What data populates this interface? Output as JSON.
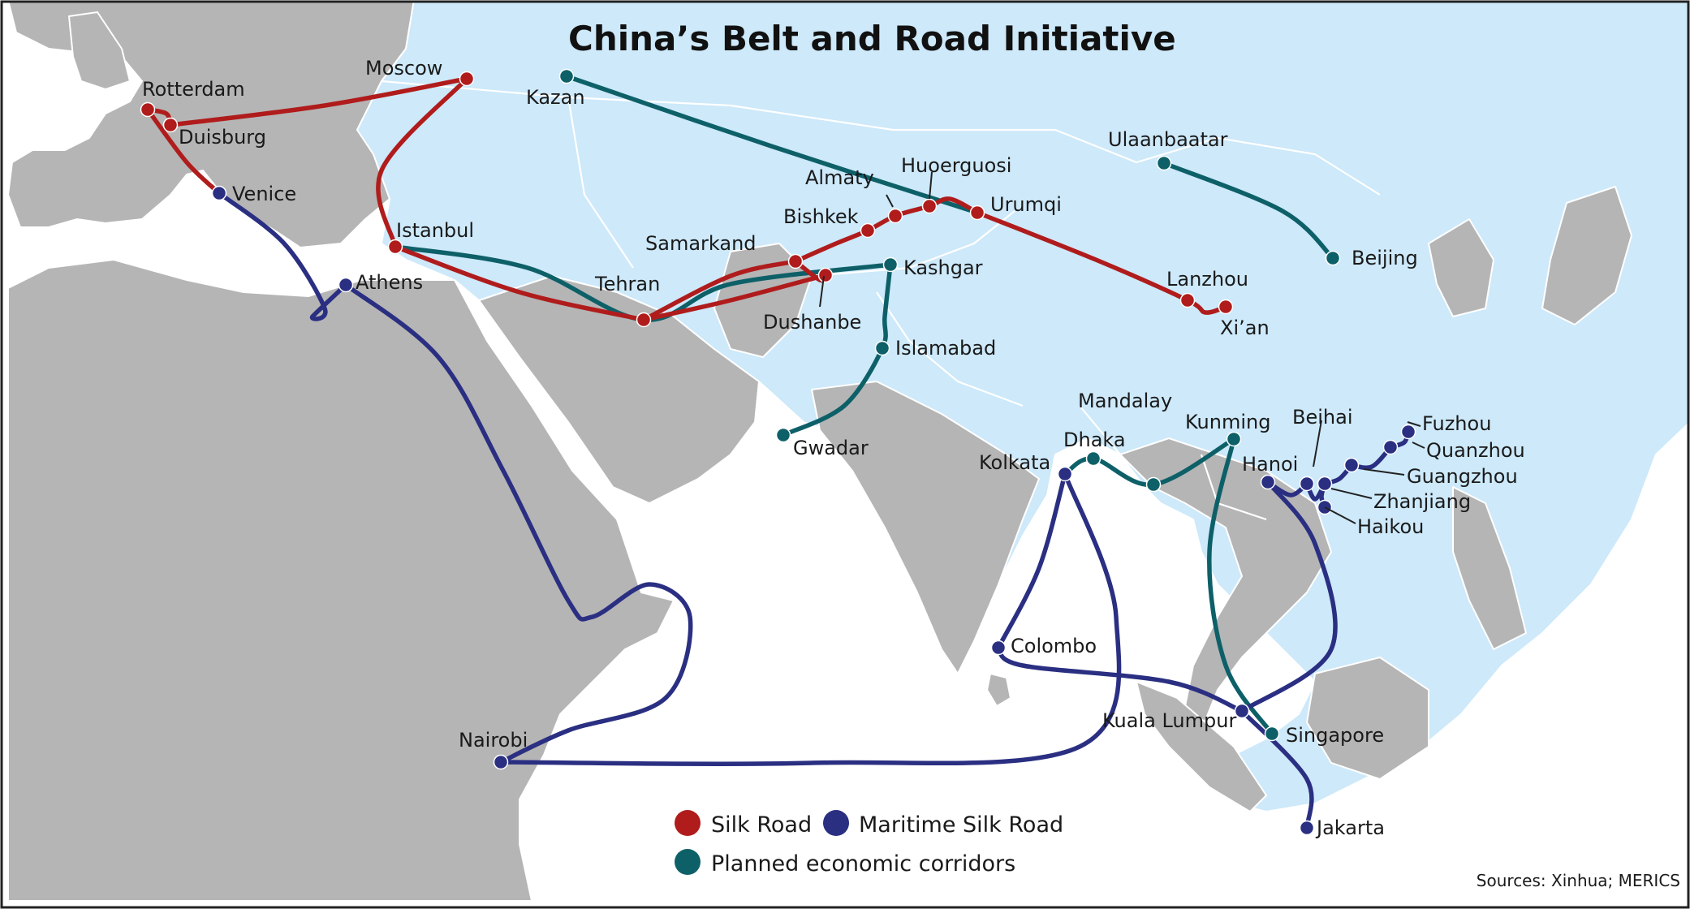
{
  "title": "China’s Belt and Road Initiative",
  "source": "Sources: Xinhua; MERICS",
  "colors": {
    "sea": "#ffffff",
    "land": "#b5b5b5",
    "asia": "#cde9fa",
    "silk_road": "#b01c1c",
    "maritime": "#2a2f82",
    "corridor": "#0e6068"
  },
  "legend": [
    {
      "key": "silk_road",
      "label": "Silk Road"
    },
    {
      "key": "maritime",
      "label": "Maritime Silk Road"
    },
    {
      "key": "corridor",
      "label": "Planned economic corridors"
    }
  ],
  "cities": {
    "rotterdam": {
      "name": "Rotterdam",
      "route": "silk_road"
    },
    "duisburg": {
      "name": "Duisburg",
      "route": "silk_road"
    },
    "moscow": {
      "name": "Moscow",
      "route": "silk_road"
    },
    "istanbul": {
      "name": "Istanbul",
      "route": "silk_road"
    },
    "tehran": {
      "name": "Tehran",
      "route": "silk_road"
    },
    "samarkand": {
      "name": "Samarkand",
      "route": "silk_road"
    },
    "dushanbe": {
      "name": "Dushanbe",
      "route": "silk_road"
    },
    "bishkek": {
      "name": "Bishkek",
      "route": "silk_road"
    },
    "almaty": {
      "name": "Almaty",
      "route": "silk_road"
    },
    "huoerguosi": {
      "name": "Huoerguosi",
      "route": "silk_road"
    },
    "urumqi": {
      "name": "Urumqi",
      "route": "silk_road"
    },
    "lanzhou": {
      "name": "Lanzhou",
      "route": "silk_road"
    },
    "xian": {
      "name": "Xi’an",
      "route": "silk_road"
    },
    "venice": {
      "name": "Venice",
      "route": "maritime"
    },
    "athens": {
      "name": "Athens",
      "route": "maritime"
    },
    "nairobi": {
      "name": "Nairobi",
      "route": "maritime"
    },
    "kolkata": {
      "name": "Kolkata",
      "route": "maritime"
    },
    "colombo": {
      "name": "Colombo",
      "route": "maritime"
    },
    "kuala_lumpur": {
      "name": "Kuala Lumpur",
      "route": "maritime"
    },
    "jakarta": {
      "name": "Jakarta",
      "route": "maritime"
    },
    "hanoi": {
      "name": "Hanoi",
      "route": "maritime"
    },
    "beihai": {
      "name": "Beihai",
      "route": "maritime"
    },
    "zhanjiang": {
      "name": "Zhanjiang",
      "route": "maritime"
    },
    "haikou": {
      "name": "Haikou",
      "route": "maritime"
    },
    "guangzhou": {
      "name": "Guangzhou",
      "route": "maritime"
    },
    "quanzhou": {
      "name": "Quanzhou",
      "route": "maritime"
    },
    "fuzhou": {
      "name": "Fuzhou",
      "route": "maritime"
    },
    "kazan": {
      "name": "Kazan",
      "route": "corridor"
    },
    "ulaanbaatar": {
      "name": "Ulaanbaatar",
      "route": "corridor"
    },
    "beijing": {
      "name": "Beijing",
      "route": "corridor"
    },
    "kashgar": {
      "name": "Kashgar",
      "route": "corridor"
    },
    "islamabad": {
      "name": "Islamabad",
      "route": "corridor"
    },
    "gwadar": {
      "name": "Gwadar",
      "route": "corridor"
    },
    "dhaka": {
      "name": "Dhaka",
      "route": "corridor"
    },
    "mandalay": {
      "name": "Mandalay",
      "route": "corridor"
    },
    "kunming": {
      "name": "Kunming",
      "route": "corridor"
    },
    "singapore": {
      "name": "Singapore",
      "route": "corridor"
    }
  }
}
